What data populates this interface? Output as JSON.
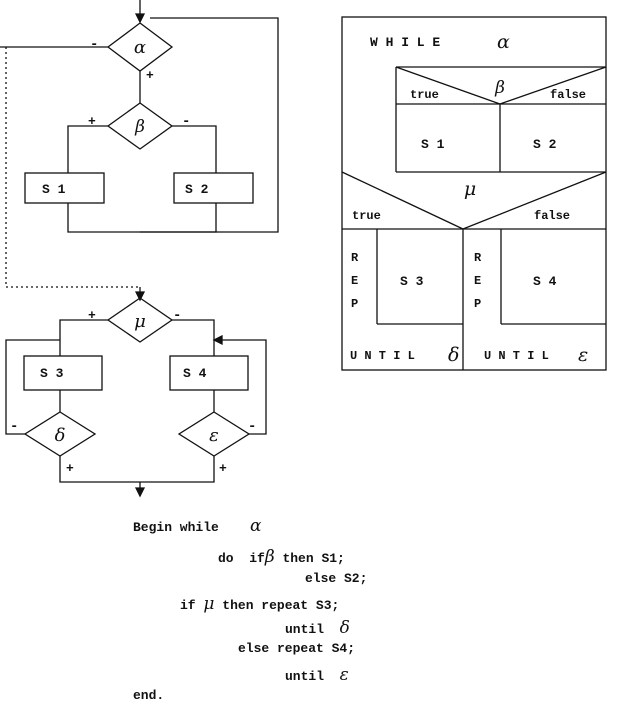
{
  "flowchart": {
    "loop_condition": "α",
    "branch_condition": "β",
    "second_condition": "μ",
    "s1": "S 1",
    "s2": "S 2",
    "s3": "S 3",
    "s4": "S 4",
    "until_left": "δ",
    "until_right": "ε",
    "plus": "+",
    "minus": "-"
  },
  "nassi": {
    "while_label": "W H I L E",
    "while_cond": "α",
    "beta": "β",
    "true_label": "true",
    "false_label": "false",
    "s1": "S 1",
    "s2": "S 2",
    "mu": "μ",
    "rep_r": "R",
    "rep_e": "E",
    "rep_p": "P",
    "s3": "S 3",
    "s4": "S 4",
    "until_label": "U N T I L",
    "until_delta": "δ",
    "until_eps": "ε"
  },
  "code": {
    "l1": "Begin while",
    "l1_cond": "α",
    "l2_do": "do  if",
    "l2_cond": "β",
    "l2_rest": "then S1;",
    "l3": "else S2;",
    "l4_if": "if",
    "l4_cond": "μ",
    "l4_rest": "then repeat S3;",
    "l5": "until",
    "l5_cond": "δ",
    "l6": "else repeat S4;",
    "l7": "until",
    "l7_cond": "ε",
    "l8": "end."
  }
}
